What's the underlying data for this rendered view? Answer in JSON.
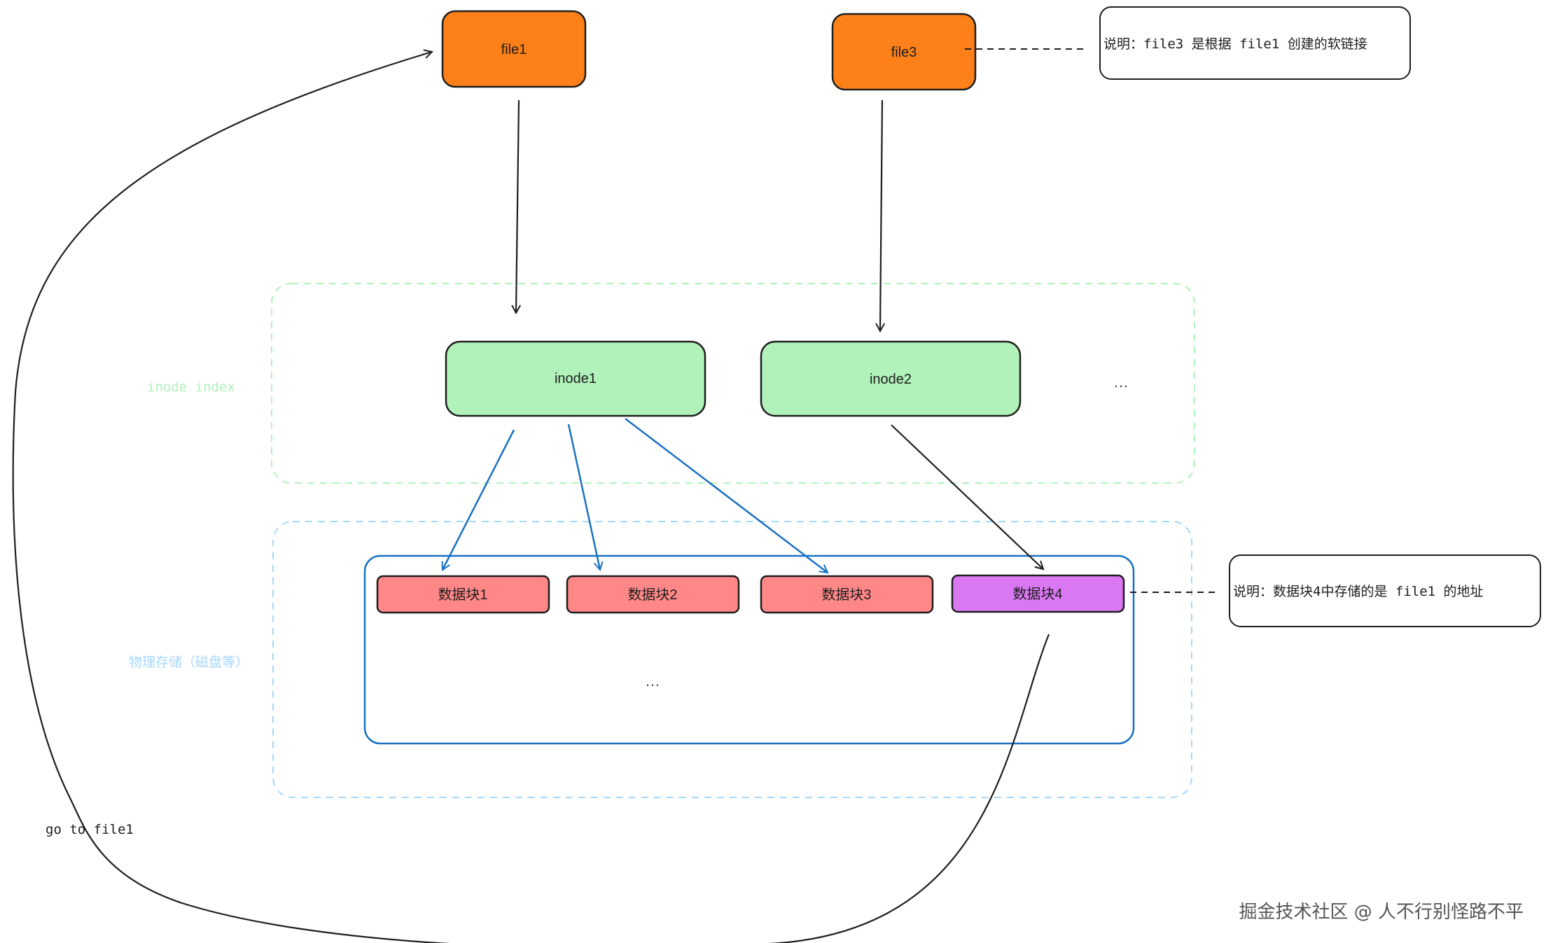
{
  "colors": {
    "file": "#fd8019",
    "inode": "#b1f2ba",
    "block": "#ff8787",
    "block_highlight": "#da77f2",
    "green_region": "#b2f2bb",
    "blue_region": "#a5d8ff",
    "blue_arrow": "#1971c2",
    "stroke": "#1e1e1e"
  },
  "files": {
    "file1": "file1",
    "file3": "file3"
  },
  "inodes": {
    "inode1": "inode1",
    "inode2": "inode2",
    "more": "…"
  },
  "regions": {
    "inode_label": "inode index",
    "storage_label": "物理存储（磁盘等）"
  },
  "blocks": {
    "block1": "数据块1",
    "block2": "数据块2",
    "block3": "数据块3",
    "block4": "数据块4",
    "more": "…"
  },
  "notes": {
    "file3_note": "说明：file3 是根据 file1 创建的软链接",
    "block4_note": "说明：数据块4中存储的是 file1 的地址"
  },
  "link_label": "go to file1",
  "watermark": "掘金技术社区 @ 人不行别怪路不平"
}
